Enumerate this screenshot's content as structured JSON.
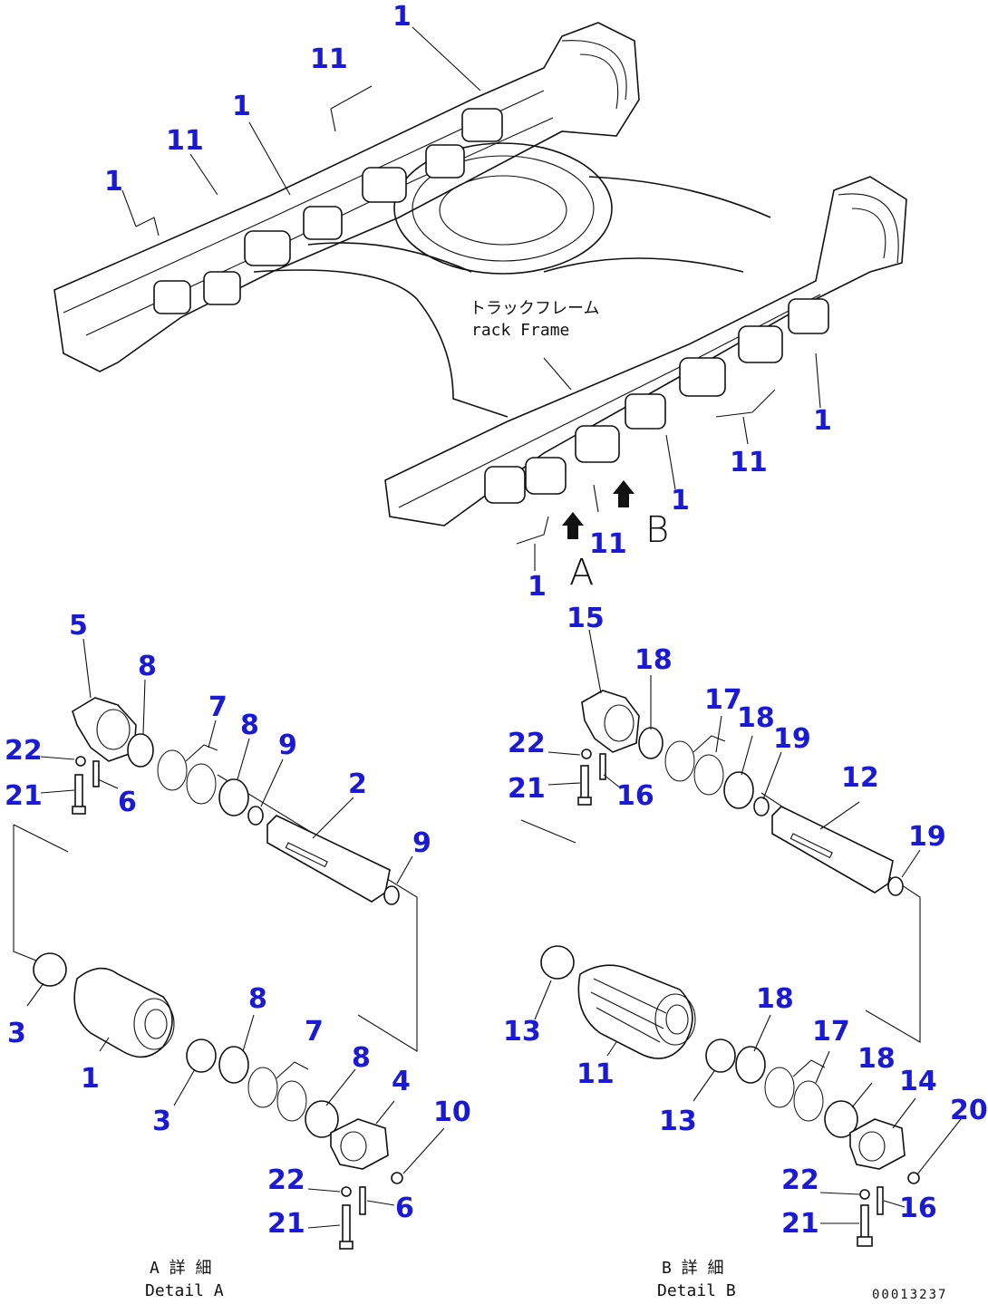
{
  "callouts": {
    "top_1a": "1",
    "top_11a": "11",
    "top_1b": "1",
    "top_11b": "11",
    "top_1c": "1",
    "top_1d": "1",
    "top_11c": "11",
    "top_1e": "1",
    "top_11d": "11",
    "top_1f": "1",
    "a_5": "5",
    "a_8a": "8",
    "a_7a": "7",
    "a_8b": "8",
    "a_9a": "9",
    "a_22a": "22",
    "a_21a": "21",
    "a_6a": "6",
    "a_2": "2",
    "a_9b": "9",
    "a_3a": "3",
    "a_1": "1",
    "a_8c": "8",
    "a_7b": "7",
    "a_8d": "8",
    "a_3b": "3",
    "a_4": "4",
    "a_10": "10",
    "a_22b": "22",
    "a_6b": "6",
    "a_21b": "21",
    "b_15": "15",
    "b_18a": "18",
    "b_17a": "17",
    "b_18b": "18",
    "b_19a": "19",
    "b_22a": "22",
    "b_21a": "21",
    "b_16a": "16",
    "b_12": "12",
    "b_19b": "19",
    "b_13a": "13",
    "b_11": "11",
    "b_18c": "18",
    "b_17b": "17",
    "b_18d": "18",
    "b_13b": "13",
    "b_14": "14",
    "b_20": "20",
    "b_22b": "22",
    "b_16b": "16",
    "b_21b": "21"
  },
  "labels": {
    "track_frame_jp": "トラックフレーム",
    "track_frame_en": "rack Frame",
    "arrow_a": "A",
    "arrow_b": "B",
    "detail_a_jp": "A 詳 細",
    "detail_a_en": "Detail A",
    "detail_b_jp": "B 詳 細",
    "detail_b_en": "Detail B",
    "drawing_no": "00013237"
  },
  "colors": {
    "callout": "#1a1ad6",
    "line": "#111111"
  }
}
